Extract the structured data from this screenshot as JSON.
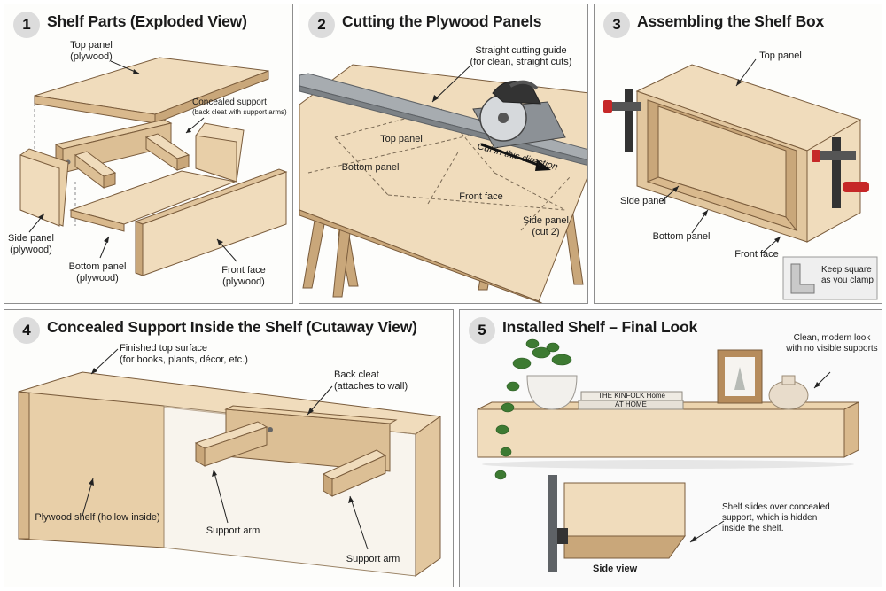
{
  "colors": {
    "wood_light": "#f0dcbc",
    "wood_mid": "#e2c79f",
    "wood_dark": "#c9a77a",
    "edge": "#7a5c3c",
    "clamp_red": "#c62828",
    "rail": "#a7acb0",
    "badge": "#dcdcdc"
  },
  "panels": [
    {
      "number": "1",
      "title": "Shelf Parts (Exploded View)",
      "labels": {
        "top_panel": "Top panel\n(plywood)",
        "concealed_support": "Concealed support",
        "concealed_support_note": "(back cleat with support arms)",
        "side_panel": "Side panel\n(plywood)",
        "bottom_panel": "Bottom panel\n(plywood)",
        "front_face": "Front face\n(plywood)"
      }
    },
    {
      "number": "2",
      "title": "Cutting the Plywood Panels",
      "labels": {
        "guide": "Straight cutting guide\n(for clean, straight cuts)",
        "top_panel": "Top panel",
        "bottom_panel": "Bottom panel",
        "front_face": "Front face",
        "side_panel": "Side panel\n(cut 2)",
        "direction": "Cut in this direction"
      }
    },
    {
      "number": "3",
      "title": "Assembling the Shelf Box",
      "labels": {
        "top_panel": "Top panel",
        "side_panel": "Side panel",
        "bottom_panel": "Bottom panel",
        "front_face": "Front face",
        "square_note": "Keep square\nas you clamp"
      }
    },
    {
      "number": "4",
      "title": "Concealed Support Inside the Shelf (Cutaway View)",
      "labels": {
        "finished_top": "Finished top surface\n(for books, plants, décor, etc.)",
        "back_cleat": "Back cleat\n(attaches to wall)",
        "plywood_shelf": "Plywood shelf (hollow inside)",
        "support_arm_1": "Support arm",
        "support_arm_2": "Support arm"
      }
    },
    {
      "number": "5",
      "title": "Installed Shelf – Final Look",
      "labels": {
        "clean_look": "Clean, modern look\nwith no visible supports",
        "slides_over": "Shelf slides over concealed\nsupport, which is hidden\ninside the shelf.",
        "side_view": "Side view",
        "book_1": "THE KINFOLK Home",
        "book_2": "AT HOME"
      }
    }
  ]
}
